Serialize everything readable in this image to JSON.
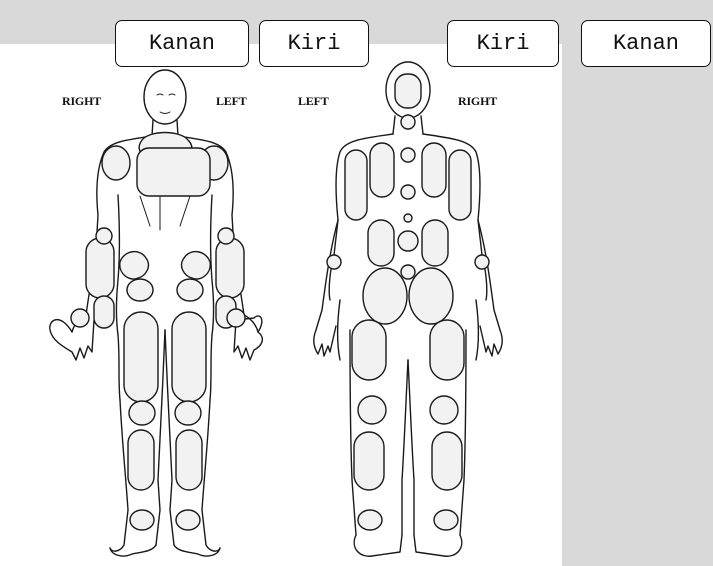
{
  "callouts": {
    "front_right": "Kanan",
    "front_left": "Kiri",
    "back_left": "Kiri",
    "back_right": "Kanan"
  },
  "figure_labels": {
    "front_right": "RIGHT",
    "front_left": "LEFT",
    "back_left": "LEFT",
    "back_right": "RIGHT"
  },
  "colors": {
    "outline": "#1a1a1a",
    "region": "#f2f2f2",
    "background": "#d9d9d9",
    "paper": "#ffffff"
  }
}
